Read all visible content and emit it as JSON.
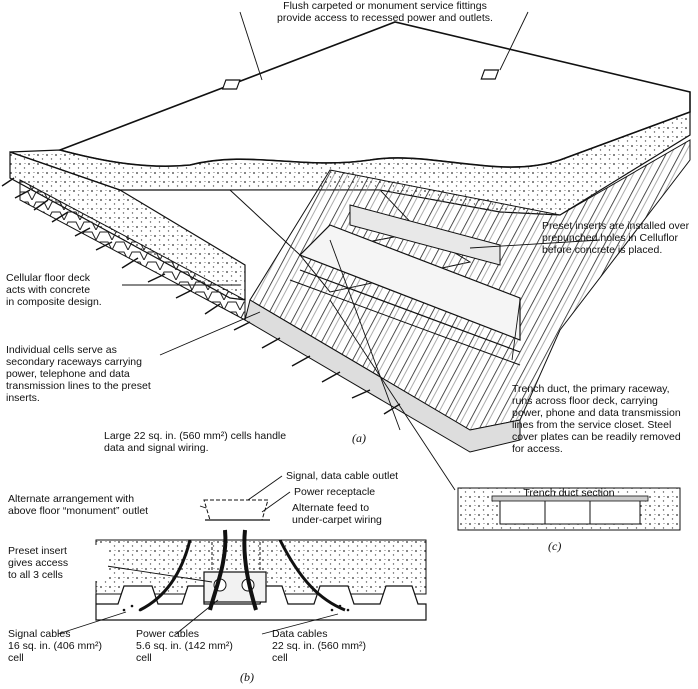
{
  "labels": {
    "top_fittings": "Flush carpeted or monument service fittings\nprovide access to recessed power and outlets.",
    "preset_inserts": "Preset inserts are installed over\nprepunched holes in Celluflor\nbefore concrete is placed.",
    "cellular_deck": "Cellular floor deck\nacts with concrete\nin composite design.",
    "individual_cells": "Individual cells serve as\nsecondary raceways carrying\npower, telephone and data\ntransmission lines to the preset\ninserts.",
    "trench_duct": "Trench duct, the primary raceway,\nruns across floor deck, carrying\npower, phone and data transmission\nlines from the service closet.  Steel\ncover plates can be readily removed\nfor access.",
    "large_cells": "Large 22 sq. in. (560 mm²) cells handle\ndata and signal wiring.",
    "fig_a": "(a)",
    "signal_outlet": "Signal, data cable outlet",
    "power_receptacle": "Power receptacle",
    "alternate_arrangement": "Alternate arrangement with\nabove floor “monument” outlet",
    "alternate_feed": "Alternate feed to\nunder-carpet wiring",
    "preset_insert_access": "Preset insert\ngives access\nto all 3 cells",
    "signal_cables": "Signal cables\n16 sq. in. (406 mm²)\ncell",
    "power_cables": "Power cables\n5.6 sq. in. (142 mm²)\ncell",
    "data_cables": "Data cables\n22 sq. in. (560 mm²)\ncell",
    "fig_b": "(b)",
    "trench_section_title": "Trench duct section",
    "fig_c": "(c)"
  }
}
